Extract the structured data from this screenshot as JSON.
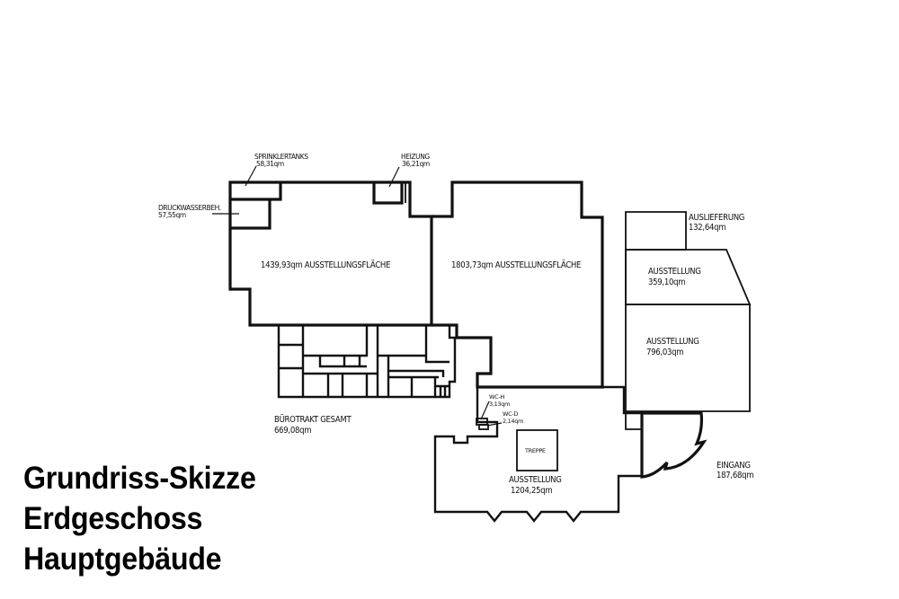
{
  "title": {
    "lines": [
      "Grundriss-Skizze",
      "Erdgeschoss",
      "Hauptgebäude"
    ]
  },
  "rooms": {
    "sprinklertanks": {
      "name": "SPRINKLERTANKS",
      "area": "58,31qm"
    },
    "heizung": {
      "name": "HEIZUNG",
      "area": "36,21qm"
    },
    "druckwasser": {
      "name": "DRUCKWASSERBEH.",
      "area": "57,55qm"
    },
    "ausstellungsflaeche_1": {
      "label": "1439,93qm AUSSTELLUNGSFLÄCHE"
    },
    "ausstellungsflaeche_2": {
      "label": "1803,73qm AUSSTELLUNGSFLÄCHE"
    },
    "auslieferung": {
      "name": "AUSLIEFERUNG",
      "area": "132,64qm"
    },
    "ausstellung_359": {
      "name": "AUSSTELLUNG",
      "area": "359,10qm"
    },
    "ausstellung_796": {
      "name": "AUSSTELLUNG",
      "area": "796,03qm"
    },
    "buerotrakt": {
      "name": "BÜROTRAKT GESAMT",
      "area": "669,08qm"
    },
    "wc_h": {
      "name": "WC-H",
      "area": "3,13qm"
    },
    "wc_d": {
      "name": "WC-D",
      "area": "2,14qm"
    },
    "treppe": {
      "name": "TREPPE"
    },
    "ausstellung_1204": {
      "name": "AUSSTELLUNG",
      "area": "1204,25qm"
    },
    "eingang": {
      "name": "EINGANG",
      "area": "187,68qm"
    }
  }
}
